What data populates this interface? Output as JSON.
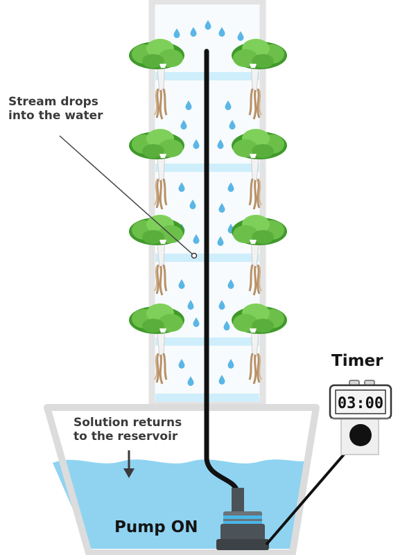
{
  "labels": {
    "stream_line1": "Stream drops",
    "stream_line2": "into the water",
    "return_line1": "Solution returns",
    "return_line2": "to the reservoir",
    "timer": "Timer",
    "pump": "Pump ON"
  },
  "timer_display": "03:00",
  "colors": {
    "water": "#8fd3f1",
    "water_light": "#cfeefb",
    "droplet": "#5bb6e6",
    "tower_frame": "#e3e3e3",
    "reservoir_frame": "#dcdcdc",
    "tube": "#111111",
    "lettuce": "#6cc04a",
    "lettuce_dark": "#3f9a2a",
    "roots": "#c9a77f",
    "pump": "#4b5258",
    "pump_ring": "#49b7e8"
  },
  "icons": [
    "lettuce-plant-icon",
    "water-droplet-icon",
    "water-pump-icon",
    "timer-clock-icon",
    "power-outlet-icon"
  ]
}
